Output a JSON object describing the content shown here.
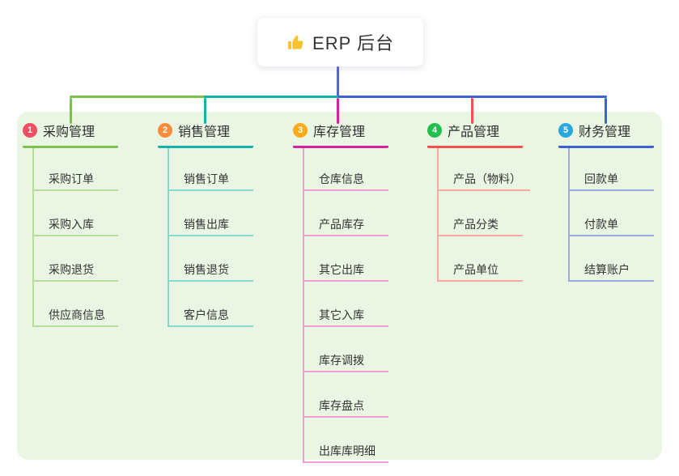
{
  "root": {
    "title": "ERP 后台",
    "icon": "thumbs-up-icon",
    "icon_color": "#f7c32e",
    "line_color": "#5568d0"
  },
  "panel": {
    "background": "#eaf6e3"
  },
  "branches": [
    {
      "num": "1",
      "label": "采购管理",
      "badge_color": "#ef4e63",
      "line_color": "#7cc24a",
      "line_light": "#b5dd9b",
      "children": [
        "采购订单",
        "采购入库",
        "采购退货",
        "供应商信息"
      ]
    },
    {
      "num": "2",
      "label": "销售管理",
      "badge_color": "#fb8c3c",
      "line_color": "#16b2a8",
      "line_light": "#87d7d1",
      "children": [
        "销售订单",
        "销售出库",
        "销售退货",
        "客户信息"
      ]
    },
    {
      "num": "3",
      "label": "库存管理",
      "badge_color": "#fbab17",
      "line_color": "#d4219c",
      "line_light": "#ef9ed2",
      "children": [
        "仓库信息",
        "产品库存",
        "其它出库",
        "其它入库",
        "库存调拨",
        "库存盘点",
        "出库库明细"
      ]
    },
    {
      "num": "4",
      "label": "产品管理",
      "badge_color": "#22bf4c",
      "line_color": "#f4514e",
      "line_light": "#f9aaa2",
      "children": [
        "产品（物料）",
        "产品分类",
        "产品单位"
      ]
    },
    {
      "num": "5",
      "label": "财务管理",
      "badge_color": "#29a8df",
      "line_color": "#3c62d2",
      "line_light": "#9aabe3",
      "children": [
        "回款单",
        "付款单",
        "结算账户"
      ]
    }
  ]
}
